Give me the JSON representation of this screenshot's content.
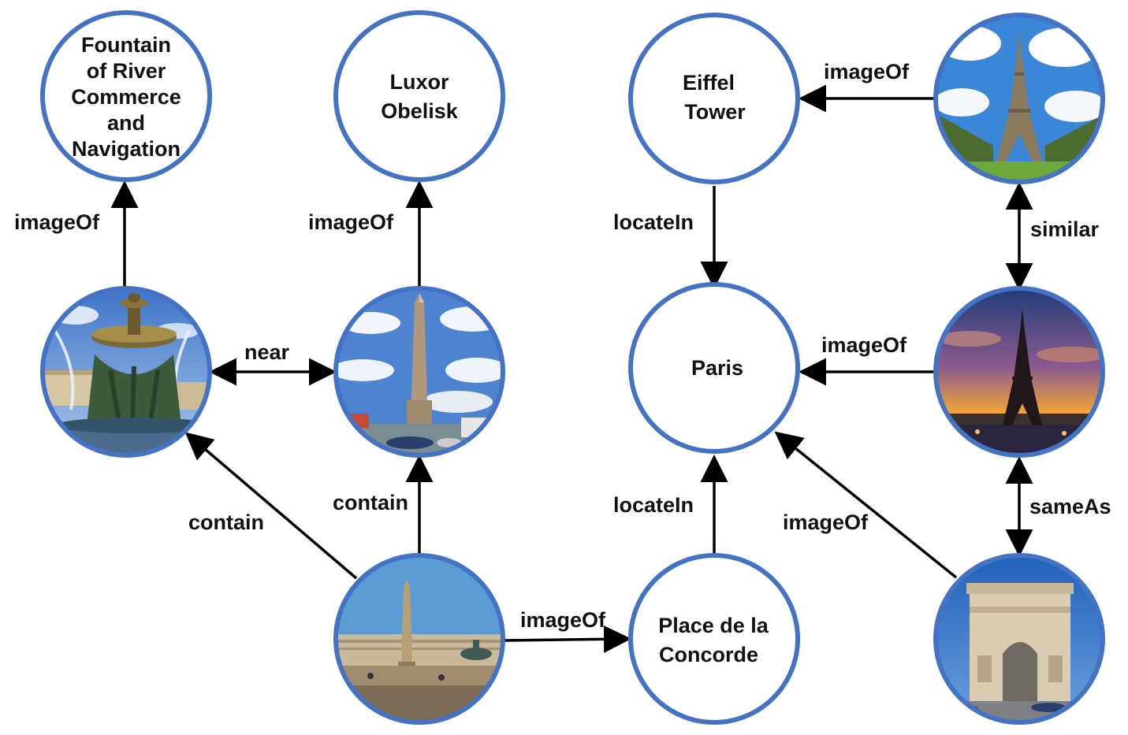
{
  "colors": {
    "node_border": "#4472c4",
    "edge": "#000000",
    "text": "#111111"
  },
  "nodes": {
    "fountain": {
      "lines": [
        "Fountain",
        "of River",
        "Commerce",
        "and",
        "Navigation"
      ]
    },
    "luxor": {
      "lines": [
        "Luxor",
        "Obelisk"
      ]
    },
    "eiffel": {
      "lines": [
        "Eiffel",
        "Tower"
      ]
    },
    "paris": {
      "lines": [
        "Paris"
      ]
    },
    "concorde": {
      "lines": [
        "Place de la",
        "Concorde"
      ]
    }
  },
  "photos": {
    "fountain_photo": "fountain-photo-icon",
    "obelisk_photo": "obelisk-photo-icon",
    "concorde_photo": "concorde-square-photo-icon",
    "eiffel_day_photo": "eiffel-day-photo-icon",
    "eiffel_sunset_photo": "eiffel-sunset-photo-icon",
    "arc_photo": "arc-de-triomphe-photo-icon"
  },
  "edges": {
    "fountain_imageof": "imageOf",
    "obelisk_imageof": "imageOf",
    "near": "near",
    "contain_obelisk": "contain",
    "contain_fountain": "contain",
    "concorde_imageof": "imageOf",
    "concorde_locatein": "locateIn",
    "eiffel_locatein": "locateIn",
    "eiffel_day_imageof": "imageOf",
    "similar": "similar",
    "sunset_imageof": "imageOf",
    "sameas": "sameAs",
    "arc_imageof": "imageOf"
  }
}
